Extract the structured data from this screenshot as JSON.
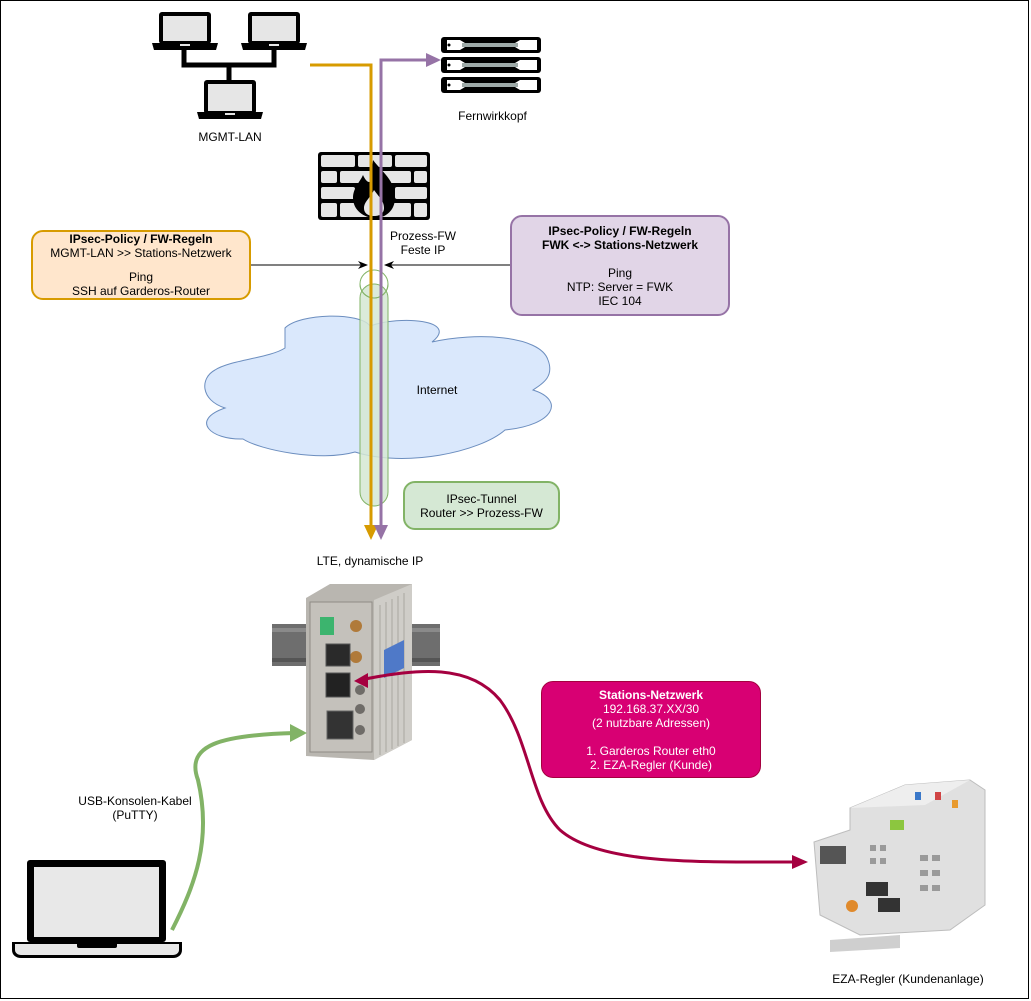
{
  "diagram": {
    "nodes": {
      "mgmt_lan": {
        "label": "MGMT-LAN",
        "icon": "laptop-network-icon"
      },
      "fernwirkkopf": {
        "label": "Fernwirkkopf",
        "icon": "server-rack-icon"
      },
      "prozess_fw": {
        "line1": "Prozess-FW",
        "line2": "Feste IP",
        "icon": "firewall-icon"
      },
      "internet": {
        "label": "Internet",
        "icon": "cloud-icon"
      },
      "router": {
        "label": "LTE, dynamische IP",
        "icon": "router-device-icon"
      },
      "laptop": {
        "line1": "USB-Konsolen-Kabel",
        "line2": "(PuTTY)",
        "icon": "laptop-icon"
      },
      "eza": {
        "label": "EZA-Regler (Kundenanlage)",
        "icon": "plc-controller-icon"
      }
    },
    "boxes": {
      "mgmt_policy": {
        "title": "IPsec-Policy / FW-Regeln",
        "subtitle": "MGMT-LAN >> Stations-Netzwerk",
        "items": [
          "Ping",
          "SSH auf Garderos-Router"
        ]
      },
      "fwk_policy": {
        "title": "IPsec-Policy / FW-Regeln",
        "subtitle": "FWK <-> Stations-Netzwerk",
        "items": [
          "Ping",
          "NTP: Server = FWK",
          "IEC 104"
        ]
      },
      "tunnel": {
        "line1": "IPsec-Tunnel",
        "line2": "Router >> Prozess-FW"
      },
      "station_net": {
        "title": "Stations-Netzwerk",
        "lines": [
          "192.168.37.XX/30",
          "(2 nutzbare Adressen)"
        ],
        "items": [
          "1. Garderos Router eth0",
          "2. EZA-Regler (Kunde)"
        ]
      }
    },
    "colors": {
      "mgmt_line": "#d79b00",
      "fwk_line": "#9673a6",
      "usb_cable": "#82b366",
      "station_cable": "#a50040",
      "station_box": "#d80073",
      "cloud_fill": "#dae8fc",
      "cloud_stroke": "#6c8ebf"
    }
  }
}
